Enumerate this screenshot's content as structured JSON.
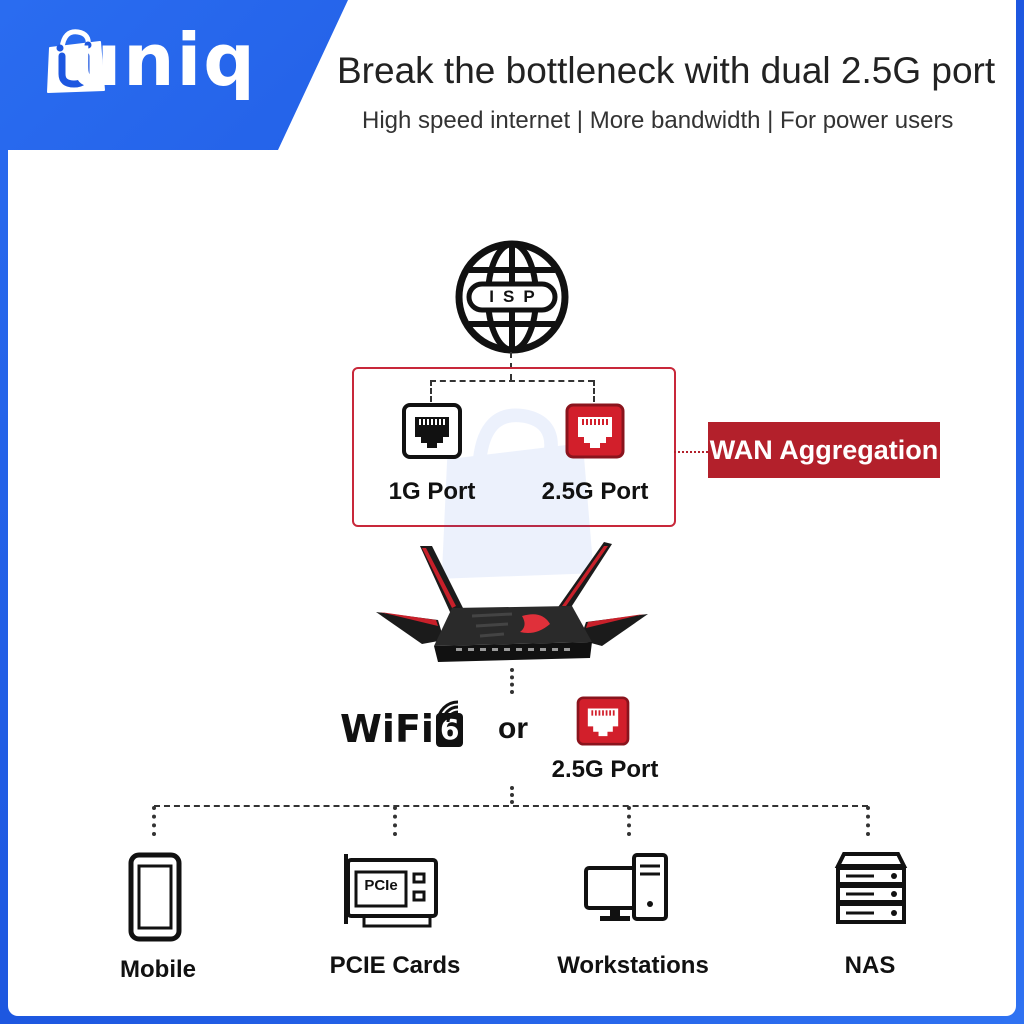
{
  "brand": {
    "name": "uniq"
  },
  "header": {
    "title": "Break the bottleneck with dual 2.5G port",
    "subtitle": "High speed internet | More bandwidth | For power users"
  },
  "isp": {
    "label": "ISP"
  },
  "ports": {
    "port_1g": "1G Port",
    "port_25g": "2.5G Port",
    "wan_aggregation": "WAN Aggregation"
  },
  "connection": {
    "wifi": "WiFi",
    "wifi_version": "6",
    "or": "or",
    "port_25g": "2.5G Port"
  },
  "devices": [
    {
      "label": "Mobile",
      "icon": "mobile-icon"
    },
    {
      "label": "PCIE Cards",
      "icon": "pcie-card-icon",
      "chip_text": "PCIe"
    },
    {
      "label": "Workstations",
      "icon": "workstation-icon"
    },
    {
      "label": "NAS",
      "icon": "nas-icon"
    }
  ],
  "colors": {
    "accent_red": "#b3202b",
    "brand_blue": "#1d57e0"
  }
}
